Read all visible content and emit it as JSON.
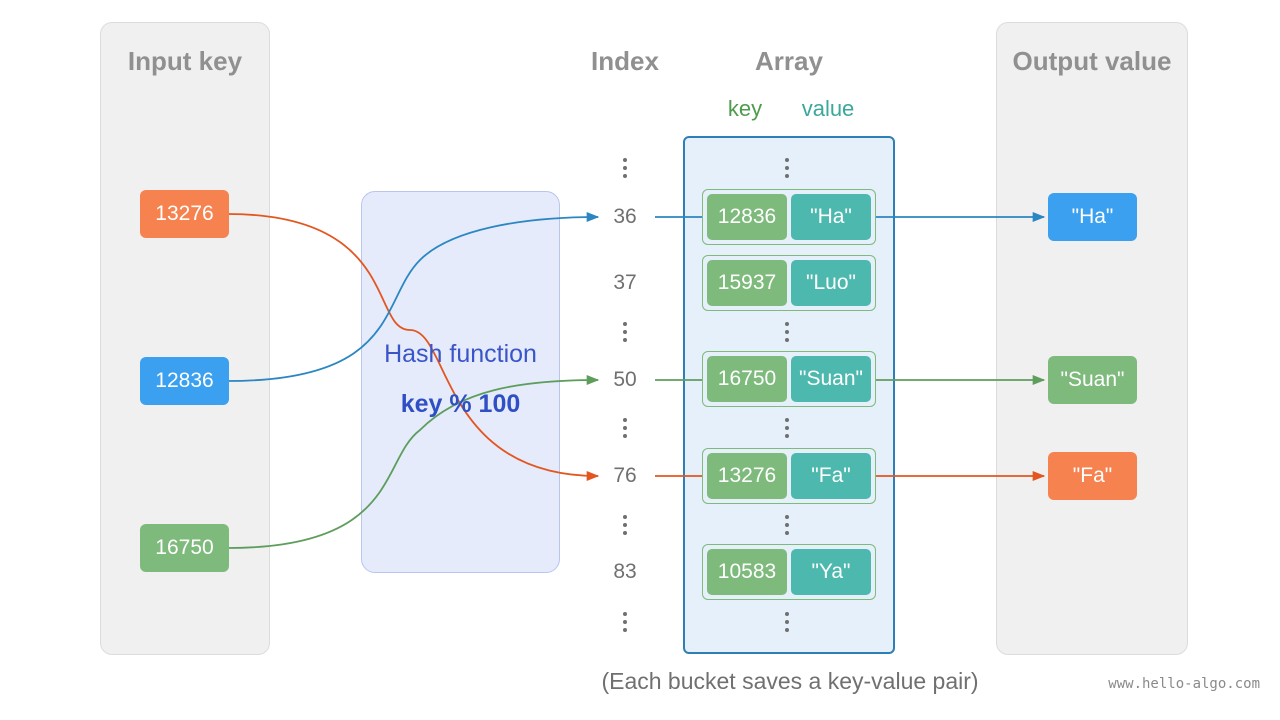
{
  "headings": {
    "input_key": "Input key",
    "index": "Index",
    "array": "Array",
    "output_value": "Output value",
    "key": "key",
    "value": "value"
  },
  "input_keys": [
    "13276",
    "12836",
    "16750"
  ],
  "hash_function": {
    "title": "Hash function",
    "formula": "key % 100"
  },
  "indices": [
    "36",
    "37",
    "50",
    "76",
    "83"
  ],
  "buckets": [
    {
      "index": "36",
      "key": "12836",
      "value": "\"Ha\""
    },
    {
      "index": "37",
      "key": "15937",
      "value": "\"Luo\""
    },
    {
      "index": "50",
      "key": "16750",
      "value": "\"Suan\""
    },
    {
      "index": "76",
      "key": "13276",
      "value": "\"Fa\""
    },
    {
      "index": "83",
      "key": "10583",
      "value": "\"Ya\""
    }
  ],
  "outputs": [
    "\"Ha\"",
    "\"Suan\"",
    "\"Fa\""
  ],
  "caption": "(Each bucket saves a key-value pair)",
  "watermark": "www.hello-algo.com",
  "colors": {
    "orange": "#f5824f",
    "blue": "#3aa0ef",
    "green": "#7dba7c",
    "teal": "#4db9ae",
    "array_border": "#2e7fb5",
    "hash_text": "#3a55c8"
  }
}
